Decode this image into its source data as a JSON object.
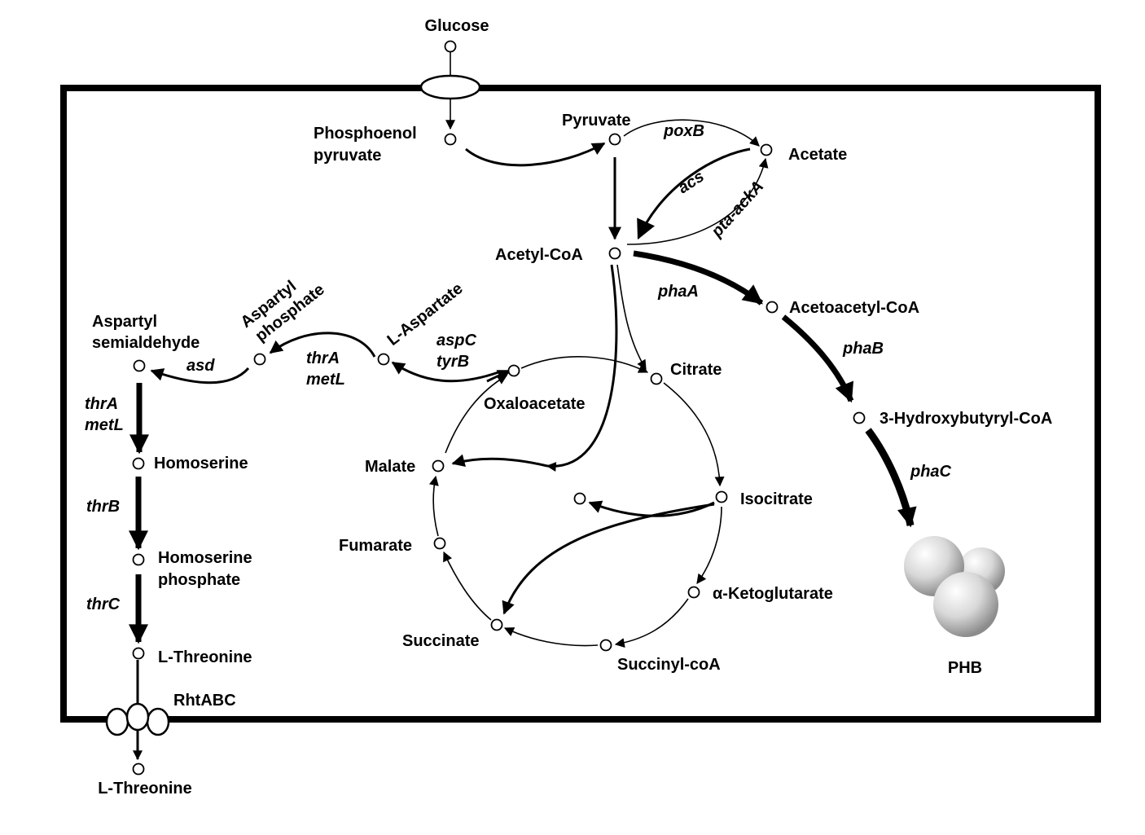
{
  "metabolites": {
    "glucose": "Glucose",
    "pep": [
      "Phosphoenol",
      "pyruvate"
    ],
    "pyruvate": "Pyruvate",
    "acetate": "Acetate",
    "acetyl_coa": "Acetyl-CoA",
    "acetoacetyl_coa": "Acetoacetyl-CoA",
    "hydroxybutyryl_coa": "3-Hydroxybutyryl-CoA",
    "phb": "PHB",
    "citrate": "Citrate",
    "oxaloacetate": "Oxaloacetate",
    "malate": "Malate",
    "fumarate": "Fumarate",
    "succinate": "Succinate",
    "succinyl_coa": "Succinyl-coA",
    "ketoglutarate": "α-Ketoglutarate",
    "isocitrate": "Isocitrate",
    "l_aspartate": "L-Aspartate",
    "aspartyl_phosphate": [
      "Aspartyl",
      "phosphate"
    ],
    "aspartyl_semialdehyde": [
      "Aspartyl",
      "semialdehyde"
    ],
    "homoserine": "Homoserine",
    "homoserine_phosphate": [
      "Homoserine",
      "phosphate"
    ],
    "l_threonine_in": "L-Threonine",
    "l_threonine_out": "L-Threonine"
  },
  "enzymes": {
    "poxB": "poxB",
    "acs": "acs",
    "pta_ackA": "pta-ackA",
    "phaA": "phaA",
    "phaB": "phaB",
    "phaC": "phaC",
    "aspC_tyrB": [
      "aspC",
      "tyrB"
    ],
    "thrA_metL_1": [
      "thrA",
      "metL"
    ],
    "asd": "asd",
    "thrA_metL_2": [
      "thrA",
      "metL"
    ],
    "thrB": "thrB",
    "thrC": "thrC"
  },
  "transporters": {
    "rht": "RhtABC"
  }
}
